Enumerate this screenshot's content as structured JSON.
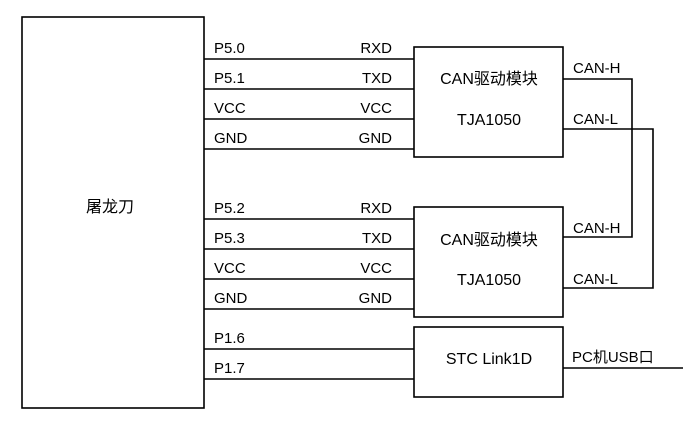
{
  "main_block": {
    "label": "屠龙刀"
  },
  "can_module_1": {
    "title": "CAN驱动模块",
    "chip": "TJA1050",
    "pins": [
      {
        "left": "P5.0",
        "right": "RXD"
      },
      {
        "left": "P5.1",
        "right": "TXD"
      },
      {
        "left": "VCC",
        "right": "VCC"
      },
      {
        "left": "GND",
        "right": "GND"
      }
    ],
    "can_h": "CAN-H",
    "can_l": "CAN-L"
  },
  "can_module_2": {
    "title": "CAN驱动模块",
    "chip": "TJA1050",
    "pins": [
      {
        "left": "P5.2",
        "right": "RXD"
      },
      {
        "left": "P5.3",
        "right": "TXD"
      },
      {
        "left": "VCC",
        "right": "VCC"
      },
      {
        "left": "GND",
        "right": "GND"
      }
    ],
    "can_h": "CAN-H",
    "can_l": "CAN-L"
  },
  "link_module": {
    "title": "STC Link1D",
    "pins": [
      {
        "left": "P1.6"
      },
      {
        "left": "P1.7"
      }
    ],
    "output": "PC机USB口"
  }
}
